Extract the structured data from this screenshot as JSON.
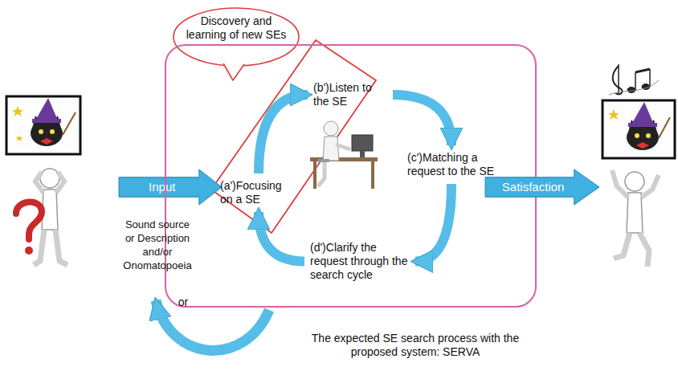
{
  "diagram": {
    "nodes": [
      {
        "text": [
          "Discovery and learning of new SEs"
        ]
      },
      {
        "text": [
          "Input"
        ]
      },
      {
        "text": [
          "The expected SE search process with the proposed system: SERVA"
        ]
      },
      {
        "text": [
          "(a')Focusing on a SE"
        ],
        "in": 2
      },
      {
        "text": [
          "(b')Listen to the SE"
        ],
        "in": 2
      },
      {
        "text": [
          "(c')Matching a request to the SE"
        ],
        "in": 2
      },
      {
        "text": [
          "(d')Clarify the request through the search cycle"
        ],
        "in": 2
      },
      {
        "text": [
          "Satisfaction"
        ]
      }
    ],
    "edges": [
      {
        "from": 3,
        "to": 4,
        "arrow": "to"
      },
      {
        "from": 4,
        "to": 5,
        "arrow": "to"
      },
      {
        "from": 5,
        "to": 6,
        "arrow": "to"
      },
      {
        "from": 6,
        "to": 3,
        "arrow": "to"
      }
    ],
    "labels": [
      "Sound source or Description and/or Onomatopoeia",
      "or"
    ]
  }
}
